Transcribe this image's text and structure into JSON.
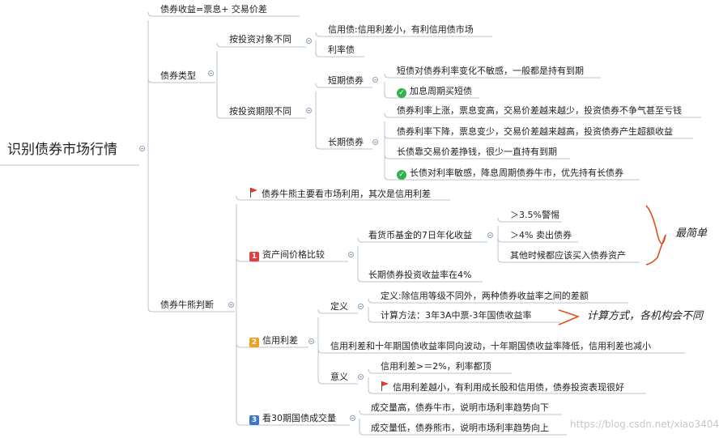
{
  "colors": {
    "line": "#b8c4d0",
    "brace": "#d9531e",
    "check": "#2fb34a",
    "flag": "#e33333",
    "badge1": "#e04040",
    "badge2": "#f0a020",
    "badge3": "#3a78d0"
  },
  "root": "识别债券市场行情",
  "l1": {
    "income": "债券收益=票息+ 交易价差",
    "types": "债券类型",
    "judge": "债券牛熊判断"
  },
  "types": {
    "by_target": "按投资对象不同",
    "credit": "信用债:信用利差小，有利信用债市场",
    "rate": "利率债",
    "by_term": "按投资期限不同",
    "short": "短期债券",
    "short_a": "短债对债券利率变化不敏感，一般都是持有到期",
    "short_b": "加息周期买短债",
    "long": "长期债券",
    "long_a": "债券利率上涨，票息变高，交易价差越来越少，投资债券不争气甚至亏钱",
    "long_b": "债券利率下降，票息变少，交易价差越来越高，投资债券产生超额收益",
    "long_c": "长债靠交易价差挣钱，很少一直持有到期",
    "long_d": "长债对利率敏感，降息周期债券牛市，优先持有长债券"
  },
  "judge": {
    "main": "债券牛熊主要看市场利用，其次是信用利差",
    "b1_num": "1",
    "b1": "资产间价格比较",
    "mmf": "看货币基金的7日年化收益",
    "mmf_a": "＞3.5%警惕",
    "mmf_b": "＞4% 卖出债券",
    "mmf_c": "其他时候都应该买入债券资产",
    "easiest": "最简单",
    "lt": "长期债券投资收益率在4%",
    "b2_num": "2",
    "b2": "信用利差",
    "def": "定义",
    "def_a": "定义:除信用等级不同外，两种债券收益率之间的差额",
    "def_b": "计算方法：3年3A中票-3年国债收益率",
    "calc_note": "计算方式，各机构会不同",
    "co": "信用利差和十年期国债收益率同向波动，十年期国债收益率降低，信用利差也减小",
    "meaning": "意义",
    "mean_a": "信用利差>＝2%，利率都顶",
    "mean_b": "信用利差越小，有利用成长股和信用债，债券投资表现很好",
    "b3_num": "3",
    "b3": "看30期国债成交量",
    "vol_a": "成交量高，债券牛市，说明市场利率趋势向下",
    "vol_b": "成交量低，债券熊市，说明市场利率趋势向上"
  },
  "watermark": "https://blog.csdn.net/xiao3404"
}
